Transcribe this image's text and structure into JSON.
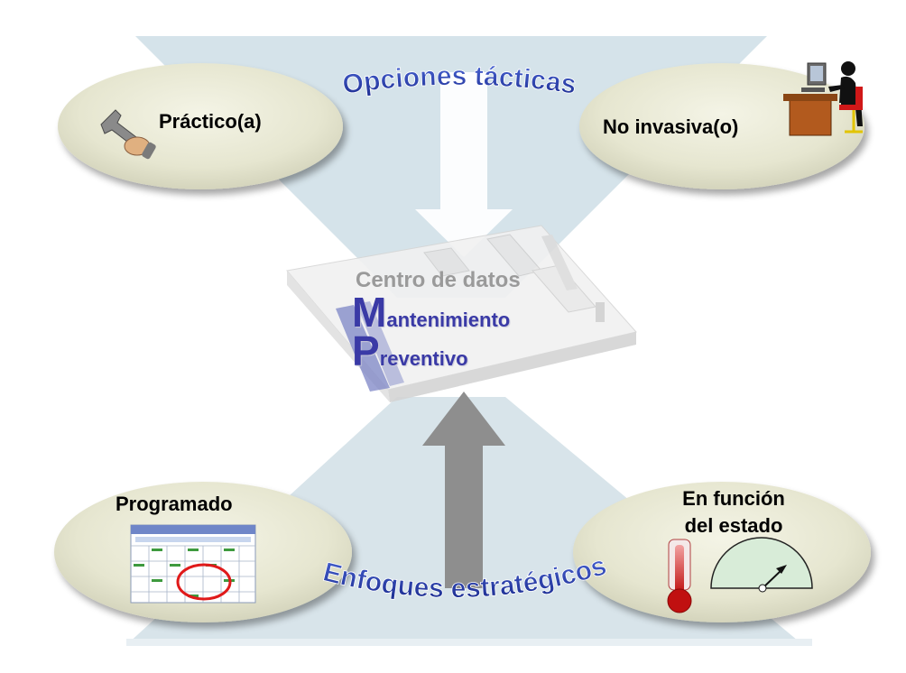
{
  "top_title": "Opciones tácticas",
  "bottom_title": "Enfoques estratégicos",
  "center": {
    "title": "Centro de datos",
    "line1_initial": "M",
    "line1_rest": "antenimiento",
    "line2_initial": "P",
    "line2_rest": "reventivo"
  },
  "options": {
    "practical": "Práctico(a)",
    "non_invasive": "No invasiva(o)",
    "scheduled": "Programado",
    "condition_line1": "En función",
    "condition_line2": "del estado"
  },
  "icons": {
    "practical": "wrench-hand-icon",
    "non_invasive": "person-at-computer-icon",
    "scheduled": "calendar-icon",
    "condition": [
      "thermometer-icon",
      "gauge-icon"
    ]
  },
  "colors": {
    "background_band": "#d5e3ea",
    "ellipse_fill": "#e7e7d3",
    "curved_text_blue": "#2a3fae",
    "center_text_blue": "#3a3aa6",
    "arrow_gray": "#8e8e8e",
    "arrow_white": "#ffffff"
  }
}
